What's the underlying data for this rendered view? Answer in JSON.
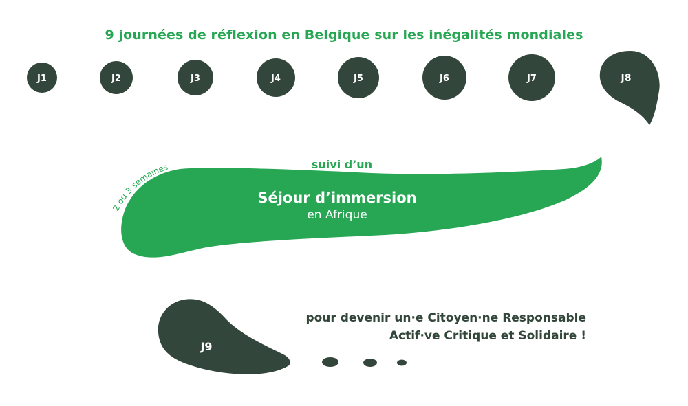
{
  "title": "9 journées de réflexion en Belgique sur les inégalités mondiales",
  "days": [
    "J1",
    "J2",
    "J3",
    "J4",
    "J5",
    "J6",
    "J7",
    "J8"
  ],
  "followed_by": "suivi d’un",
  "duration": "2 ou 3 semaines",
  "stay": {
    "title": "Séjour d’immersion",
    "subtitle": "en Afrique"
  },
  "final_day": "J9",
  "closing": {
    "line1": "pour devenir un·e Citoyen·ne Responsable",
    "line2": "Actif·ve Critique et Solidaire !"
  },
  "colors": {
    "green": "#27a753",
    "dark": "#33463b",
    "white": "#ffffff"
  }
}
